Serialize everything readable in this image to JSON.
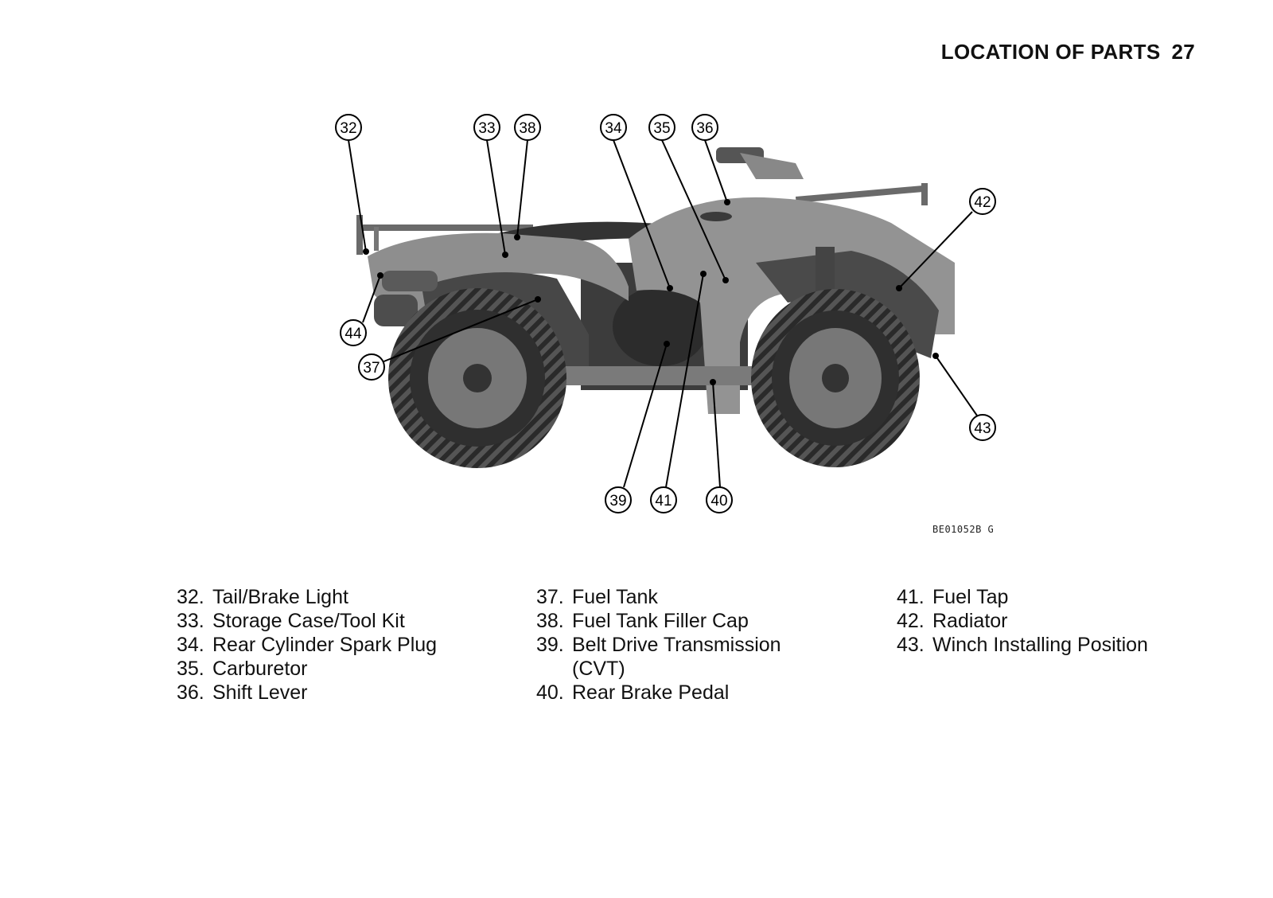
{
  "header": {
    "title": "LOCATION OF PARTS",
    "page_number": "27"
  },
  "figure": {
    "code": "BE01052B  G",
    "callouts": [
      "32",
      "33",
      "38",
      "34",
      "35",
      "36",
      "42",
      "44",
      "37",
      "43",
      "39",
      "41",
      "40"
    ]
  },
  "legend": {
    "columns": [
      [
        {
          "num": "32.",
          "text": "Tail/Brake Light"
        },
        {
          "num": "33.",
          "text": "Storage Case/Tool Kit"
        },
        {
          "num": "34.",
          "text": "Rear Cylinder Spark Plug"
        },
        {
          "num": "35.",
          "text": "Carburetor"
        },
        {
          "num": "36.",
          "text": "Shift Lever"
        }
      ],
      [
        {
          "num": "37.",
          "text": "Fuel Tank"
        },
        {
          "num": "38.",
          "text": "Fuel Tank Filler Cap"
        },
        {
          "num": "39.",
          "text": "Belt Drive Transmission"
        },
        {
          "num": "",
          "text": "(CVT)"
        },
        {
          "num": "40.",
          "text": "Rear Brake Pedal"
        }
      ],
      [
        {
          "num": "41.",
          "text": "Fuel Tap"
        },
        {
          "num": "42.",
          "text": "Radiator"
        },
        {
          "num": "43.",
          "text": "Winch Installing Position"
        }
      ]
    ]
  }
}
